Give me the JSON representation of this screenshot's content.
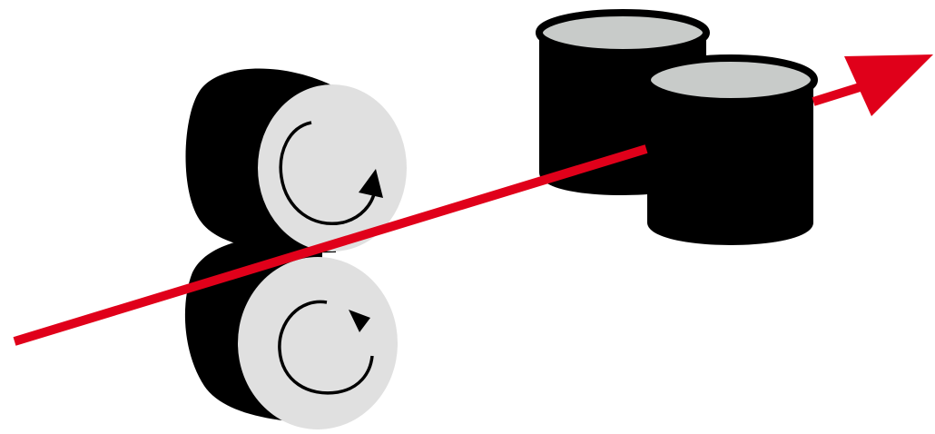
{
  "diagram": {
    "components": [
      {
        "name": "upper-feed-roller",
        "rotation": "clockwise"
      },
      {
        "name": "lower-feed-roller",
        "rotation": "counterclockwise"
      },
      {
        "name": "rear-cylinder"
      },
      {
        "name": "front-cylinder"
      }
    ],
    "colors": {
      "background": "#ffffff",
      "body": "#000000",
      "face": "#e0e0e0",
      "top_face": "#c8cbc9",
      "feed_line": "#e0001a"
    },
    "icons": {
      "rotation_arrow": "circular-arrow-icon",
      "direction_arrow": "arrowhead-icon"
    }
  }
}
